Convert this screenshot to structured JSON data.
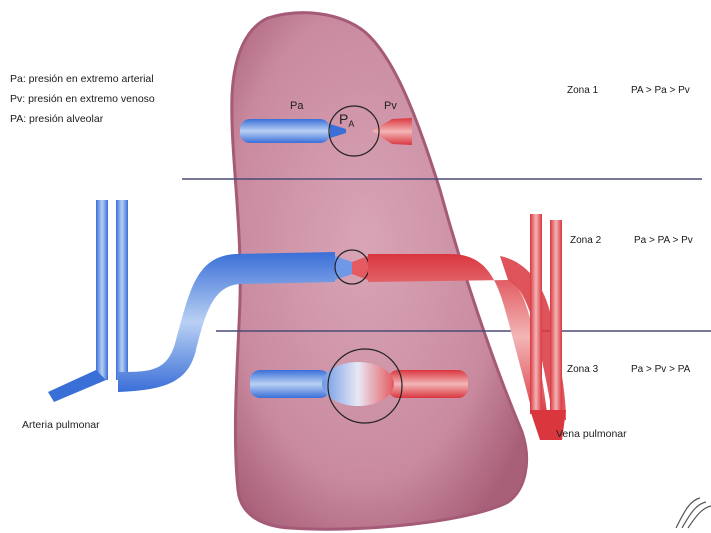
{
  "legend": {
    "line1": "Pa: presión en extremo arterial",
    "line2": "Pv: presión en extremo venoso",
    "line3": "PA: presión alveolar"
  },
  "zones": [
    {
      "name": "Zona 1",
      "relation": "PA > Pa > Pv"
    },
    {
      "name": "Zona 2",
      "relation": "Pa > PA > Pv"
    },
    {
      "name": "Zona 3",
      "relation": "Pa > Pv > PA"
    }
  ],
  "capillary_labels": {
    "pa": "Pa",
    "alveolar_main": "P",
    "alveolar_sub": "A",
    "pv": "Pv"
  },
  "vessels": {
    "artery": "Arteria pulmonar",
    "vein": "Vena pulmonar"
  },
  "colors": {
    "lung_fill": "#c98a9f",
    "lung_edge": "#a55a78",
    "artery": "#3a6fd8",
    "artery_light": "#a9c4ef",
    "vein": "#d9363e",
    "vein_light": "#f0a7a8",
    "zone_line": "#4a4a78"
  }
}
